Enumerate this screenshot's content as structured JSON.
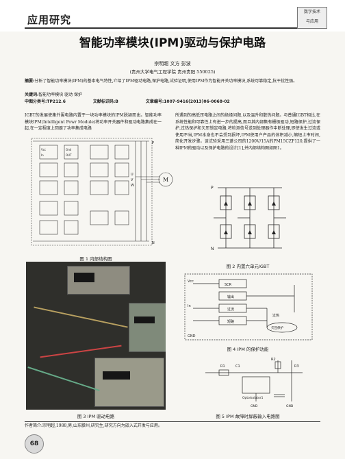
{
  "header": {
    "section_title": "应用研究",
    "logo_line1": "数字技术",
    "logo_line2": "与应用"
  },
  "title": "智能功率模块(IPM)驱动与保护电路",
  "authors": "宗明超 文方 彭波",
  "affiliation": "(贵州大学电气工程学院 贵州贵阳 550025)",
  "abstract": {
    "label": "摘要:",
    "text": "分析了智能功率模块(IPM)的基本电气特性,介绍了IPM驱动电路,保护电路,试验证明,使用IPM作为智能开关功率模块,系统可靠稳定,抗干扰性强。"
  },
  "keywords": {
    "label": "关键词:",
    "text": "智能功率模块 驱动 保护"
  },
  "classification": {
    "clc": "中图分类号:TP212.6",
    "doc_code": "文献标识码:B",
    "article_no": "文章编号:1007-9416(2013)06-0068-02"
  },
  "body": {
    "left": "IGBT的发展使集外围电路内置于一块功率模块的IPM脱颖而出。智能功率模块IPM(Intelligent Powr Module)将功率开关器件和驱动电路集成在一起,在一定程度上回避了功率集成电路",
    "right": "所遇到的高低压电路之间的绝缘问题,以及温升和散热问题。与普通IGBT相比,在系统性能和可靠性上有进一步的提高,而且其内部集有栅极驱动,短路保护,过流保护,过热保护和欠压锁定电路,将检测信号送到处理器作中断处理,即使发生过流或使用不当,IPM本身也不会受到损坏,IPM使用户产品的体积减小,缩短上市时间,简化开发步骤。该试验采用三菱公司的1200V/15A的PM15CZF120,提供了一种IPM的驱动以及保护电路的设计[1],并内部结构图如图1。"
  },
  "figures": {
    "fig1": {
      "caption": "图 1 内部结构图",
      "label_u": "U",
      "label_v": "V",
      "label_w": "W",
      "label_p": "P",
      "label_n": "N",
      "motor": "M",
      "gd_label": "Gnd",
      "out_label": "OUT",
      "vcc_label": "Vcc",
      "in_label": "In"
    },
    "fig2": {
      "caption": "图 2 内置六单元IGBT",
      "label_p": "P",
      "label_n": "N"
    },
    "fig3": {
      "caption": "图 3 IPM 驱动电路"
    },
    "fig4": {
      "caption": "图 4 IPM 的保护功能",
      "b1": "SCR",
      "b2": "输出",
      "b3": "过流",
      "b4": "短路",
      "b5": "过热",
      "b6": "欠压保护",
      "vcc": "Vcc",
      "gnd": "GND",
      "in": "In"
    },
    "fig5": {
      "caption": "图 5 IPM 故障时屏蔽输入电路图",
      "r1": "R1",
      "c1": "C1",
      "r2": "R2",
      "r3": "R3",
      "opto": "Optoisolator1",
      "gnd1": "GND",
      "gnd2": "GND"
    }
  },
  "footer": {
    "author_intro": "作者简介:宗明超,1988,男,山东滕州,研究生,研究方向为嵌入式开发与应用。",
    "page_number": "68"
  }
}
